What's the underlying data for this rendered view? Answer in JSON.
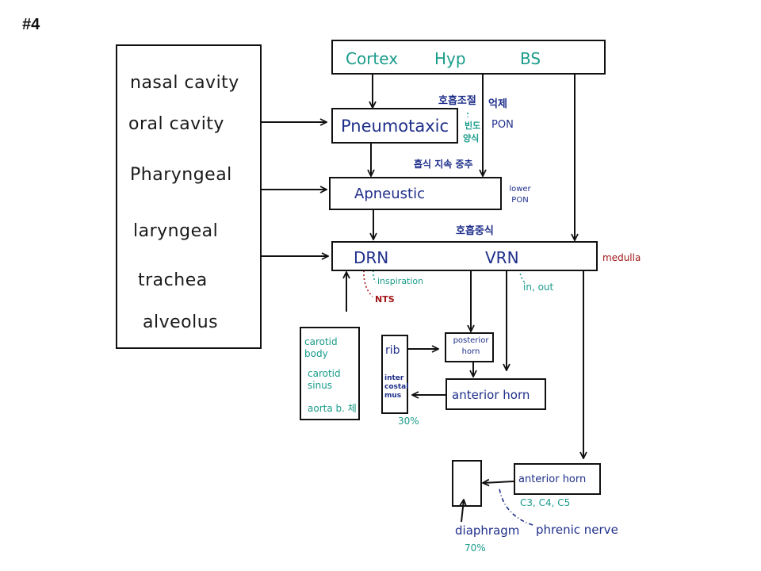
{
  "slide_label": "#4",
  "airway_box": {
    "items": [
      "nasal cavity",
      "oral cavity",
      "Pharyngeal",
      "laryngeal",
      "trachea",
      "alveolus"
    ]
  },
  "higher_centers": {
    "items": [
      "Cortex",
      "Hyp",
      "BS"
    ]
  },
  "pneumotaxic": {
    "label": "Pneumotaxic",
    "note_function": "호흡조절",
    "note_inhibit": "억제",
    "note_rate": "빈도",
    "note_pattern": "양식",
    "location": "PON"
  },
  "apneustic": {
    "label": "Apneustic",
    "note_inhibit": "흡식 지속 중추",
    "location": "lower PON"
  },
  "medulla": {
    "title": "호흡중식",
    "drn": "DRN",
    "vrn": "VRN",
    "location": "medulla",
    "drn_note": "inspiration",
    "drn_input": "NTS",
    "vrn_note": "in, out"
  },
  "chemoreceptors": {
    "items": [
      "carotid body",
      "carotid sinus",
      "aorta b. 체"
    ]
  },
  "thorax": {
    "rib": "rib",
    "muscle": "inter costal mus",
    "percent": "30%"
  },
  "spinal_thoracic": {
    "posterior_horn": "posterior horn",
    "anterior_horn": "anterior horn"
  },
  "spinal_cervical": {
    "anterior_horn": "anterior horn",
    "segments": "C3, C4, C5",
    "nerve": "phrenic nerve"
  },
  "diaphragm": {
    "label": "diaphragm",
    "percent": "70%"
  },
  "colors": {
    "ink": "#1a1a1a",
    "blue": "#1f2f8a",
    "teal": "#1a9c8a",
    "red": "#a3161a"
  }
}
